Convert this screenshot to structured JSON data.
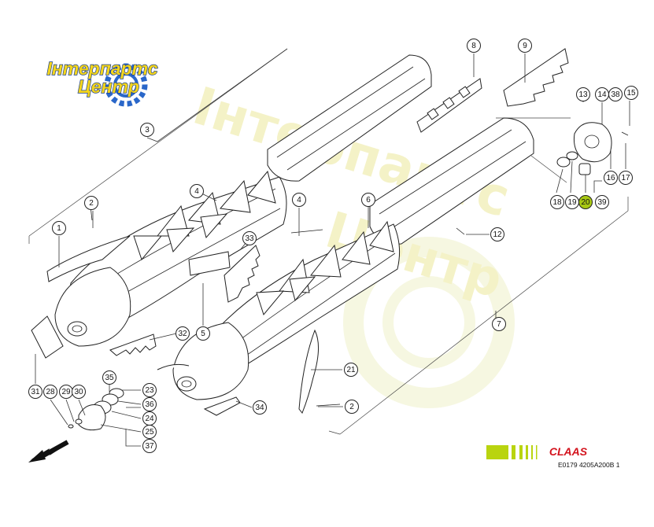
{
  "logo": {
    "line1": "Інтерпартс",
    "line2": "Центр",
    "colors": {
      "text": "#f4d51c",
      "outline": "#1a3f8c",
      "gear": "#2a67c9"
    }
  },
  "watermark": {
    "line1": "Інтерпартс",
    "line2": "Центр",
    "color": "#ece79a"
  },
  "brand": {
    "name": "CLAAS",
    "name_color": "#d3121c",
    "stripe_color": "#b9d40f",
    "code": "E0179 4205A200B 1"
  },
  "callouts": [
    {
      "label": "1"
    },
    {
      "label": "2"
    },
    {
      "label": "3"
    },
    {
      "label": "4"
    },
    {
      "label": "4"
    },
    {
      "label": "5"
    },
    {
      "label": "6"
    },
    {
      "label": "7"
    },
    {
      "label": "8"
    },
    {
      "label": "9"
    },
    {
      "label": "12"
    },
    {
      "label": "13"
    },
    {
      "label": "14"
    },
    {
      "label": "38"
    },
    {
      "label": "15"
    },
    {
      "label": "16"
    },
    {
      "label": "17"
    },
    {
      "label": "18"
    },
    {
      "label": "19"
    },
    {
      "label": "20",
      "highlight": true
    },
    {
      "label": "39"
    },
    {
      "label": "2"
    },
    {
      "label": "21"
    },
    {
      "label": "23"
    },
    {
      "label": "24"
    },
    {
      "label": "25"
    },
    {
      "label": "28"
    },
    {
      "label": "29"
    },
    {
      "label": "30"
    },
    {
      "label": "31"
    },
    {
      "label": "32"
    },
    {
      "label": "33"
    },
    {
      "label": "34"
    },
    {
      "label": "35"
    },
    {
      "label": "36"
    },
    {
      "label": "37"
    }
  ]
}
